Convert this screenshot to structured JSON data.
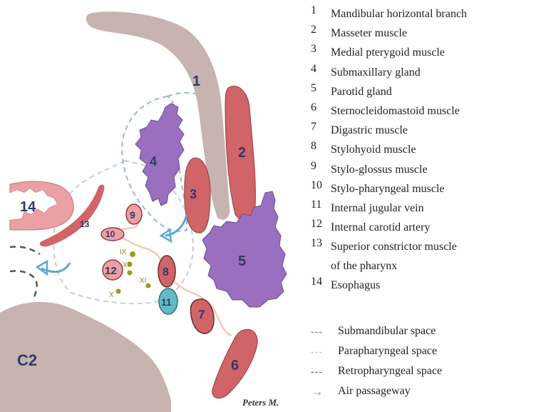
{
  "structures": [
    {
      "num": "1",
      "label": "Mandibular horizontal branch"
    },
    {
      "num": "2",
      "label": "Masseter muscle"
    },
    {
      "num": "3",
      "label": "Medial pterygoid muscle"
    },
    {
      "num": "4",
      "label": "Submaxillary gland"
    },
    {
      "num": "5",
      "label": "Parotid gland"
    },
    {
      "num": "6",
      "label": "Sternocleidomastoid muscle"
    },
    {
      "num": "7",
      "label": "Digastric muscle"
    },
    {
      "num": "8",
      "label": "Stylohyoid muscle"
    },
    {
      "num": "9",
      "label": "Stylo-glossus muscle"
    },
    {
      "num": "10",
      "label": "Stylo-pharyngeal muscle"
    },
    {
      "num": "11",
      "label": "Internal jugular vein"
    },
    {
      "num": "12",
      "label": "Internal carotid artery"
    },
    {
      "num": "13",
      "label": "Superior constrictor muscle of the pharynx",
      "line1": "Superior constrictor muscle",
      "line2": "of the pharynx"
    },
    {
      "num": "14",
      "label": "Esophagus"
    }
  ],
  "spaces": [
    {
      "key": "---",
      "label": "Submandibular space",
      "color": "#4a78b0"
    },
    {
      "key": "---",
      "label": "Parapharyngeal space",
      "color": "#b8bcc8"
    },
    {
      "key": "---",
      "label": "Retropharyngeal space",
      "color": "#555555"
    },
    {
      "key": "→",
      "label": "Air passageway",
      "color": "#5aaad2"
    }
  ],
  "diagram": {
    "vertebra_label": "C2",
    "nerve_labels": [
      "IX",
      "XII",
      "XI",
      "X"
    ],
    "signature": "Peters M."
  },
  "colors": {
    "bone": "#c7b3af",
    "muscle": "#d06468",
    "gland": "#9a6fc0",
    "artery": "#eaa0a4",
    "vein": "#62bcc8",
    "outline": "#f2cbb4",
    "label": "#2f3a66"
  }
}
